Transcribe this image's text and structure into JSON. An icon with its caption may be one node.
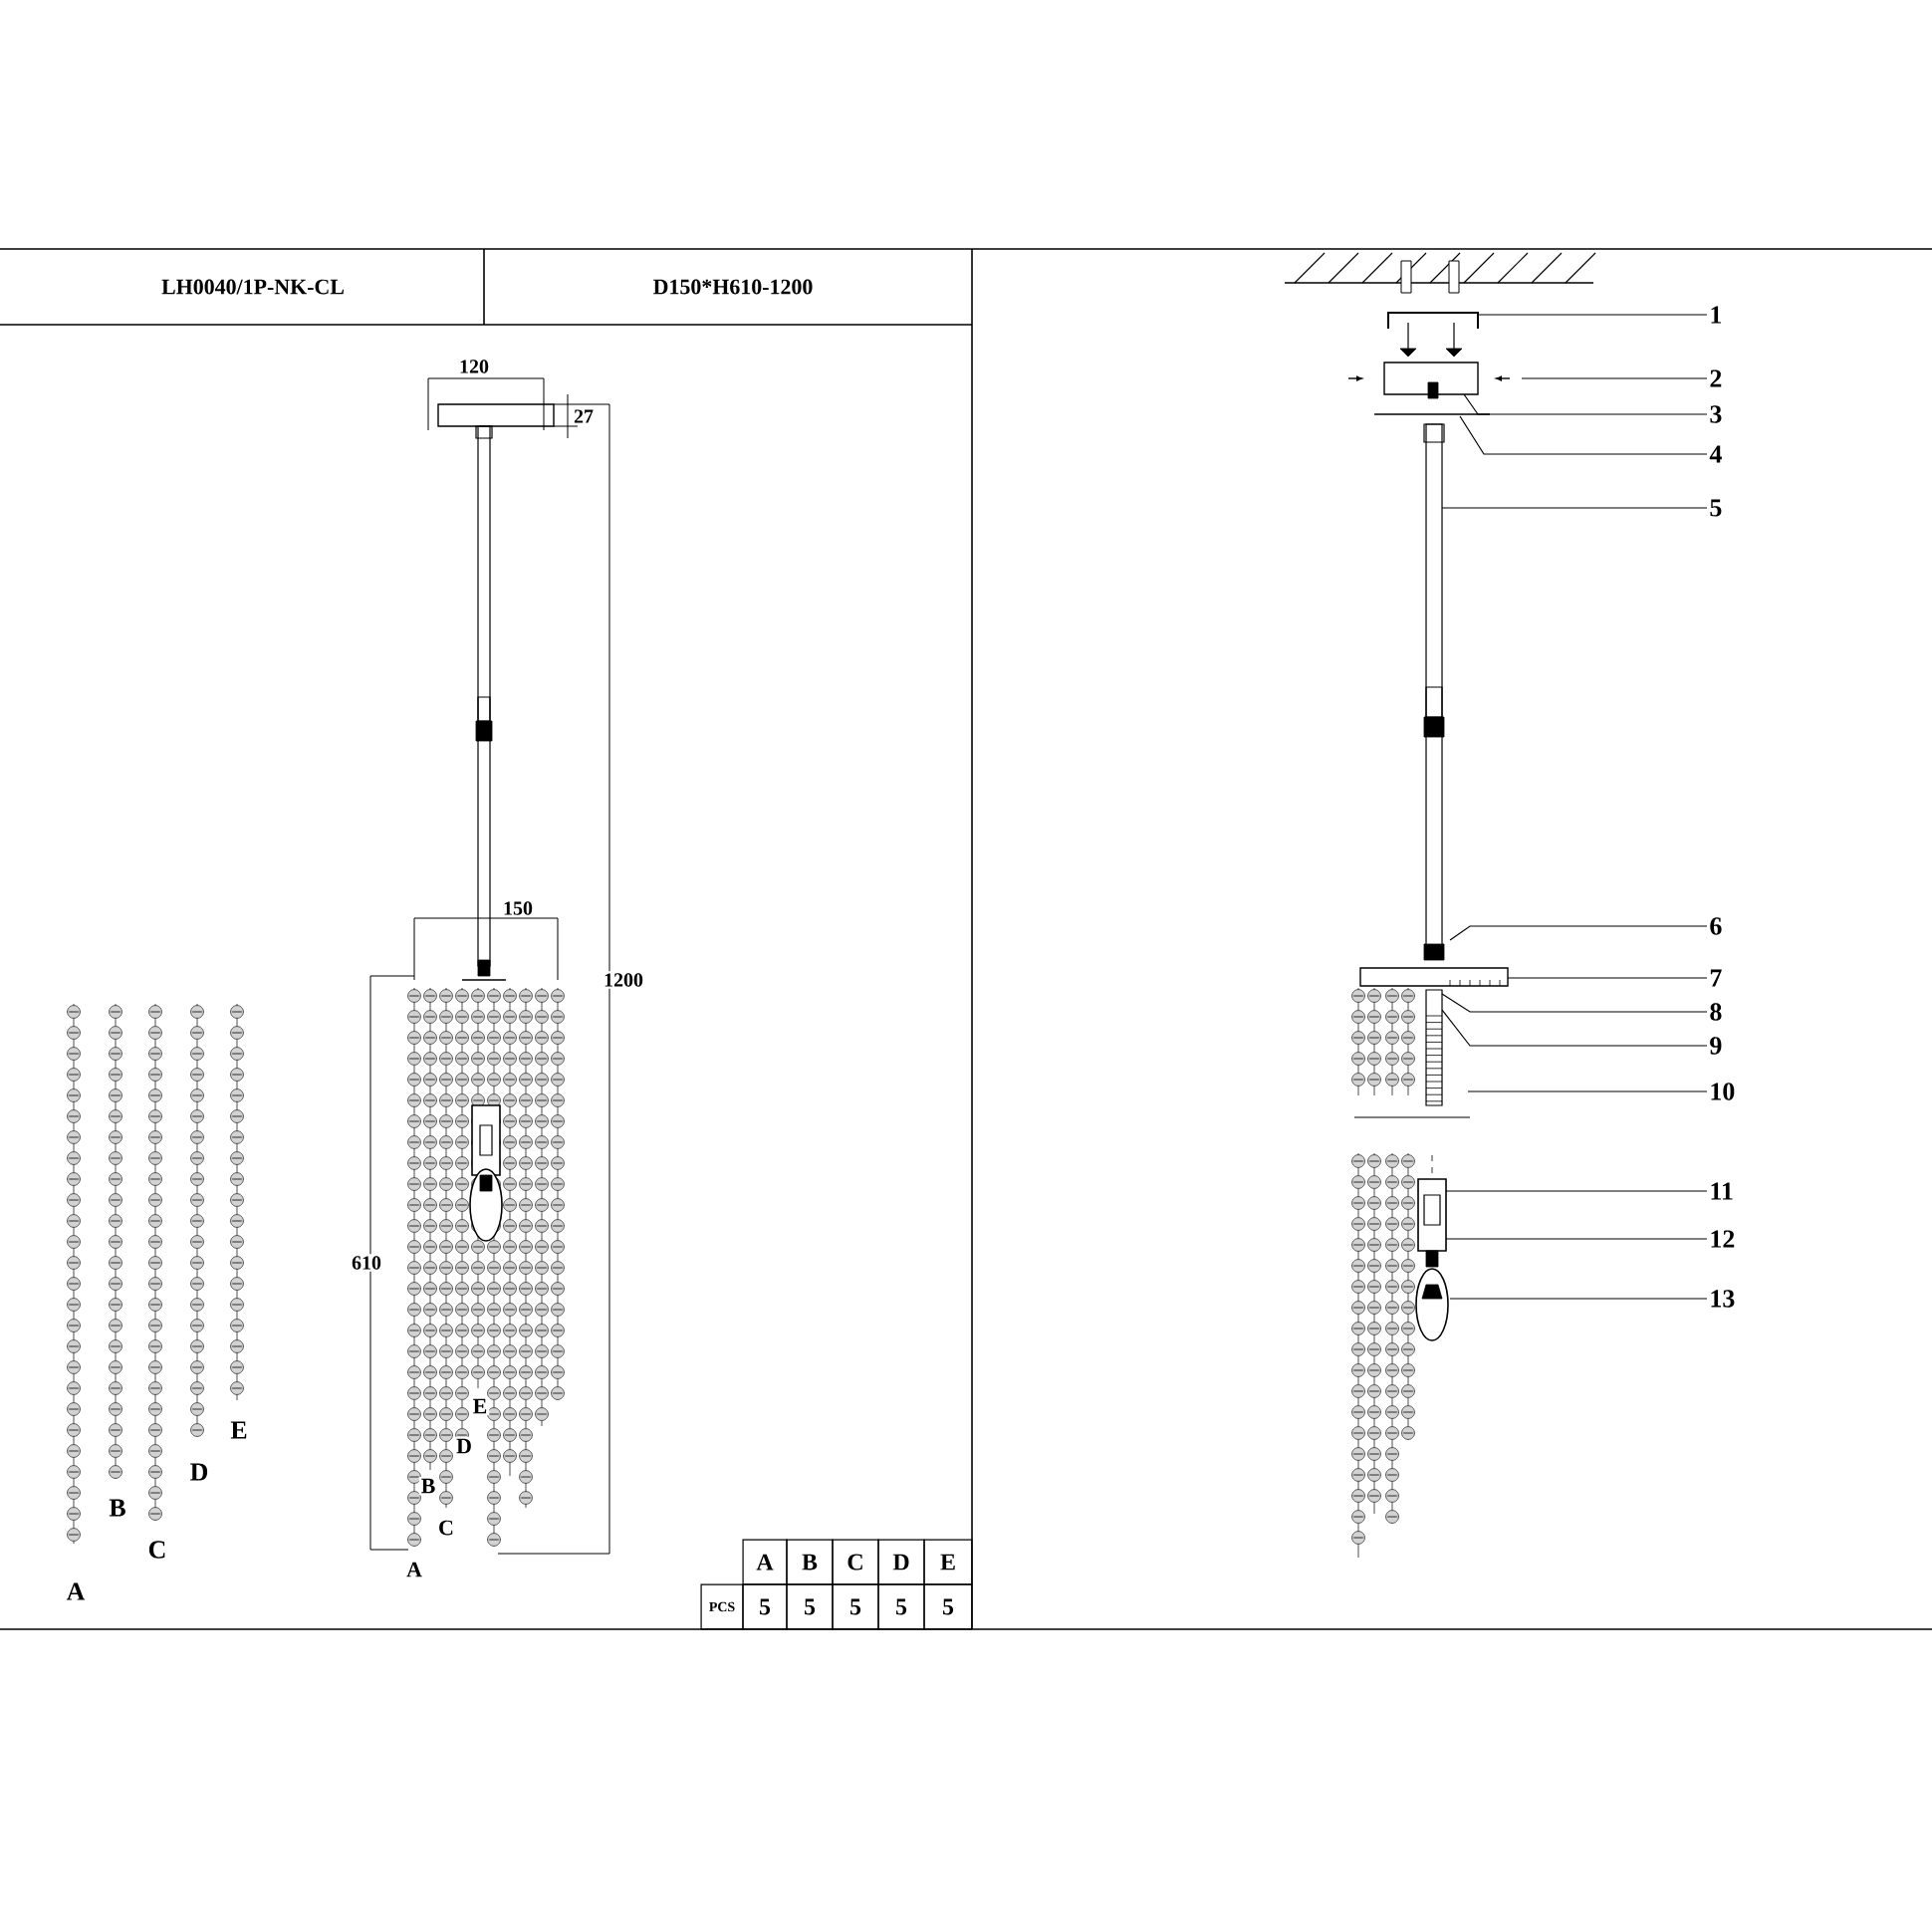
{
  "diagram": {
    "nodes": [
      {
        "text": [
          "1"
        ]
      },
      {
        "text": [
          "2"
        ]
      },
      {
        "text": [
          "3"
        ]
      },
      {
        "text": [
          "4"
        ]
      },
      {
        "text": [
          "5"
        ]
      },
      {
        "text": [
          "6"
        ]
      },
      {
        "text": [
          "7"
        ]
      },
      {
        "text": [
          "8"
        ]
      },
      {
        "text": [
          "9"
        ]
      },
      {
        "text": [
          "10"
        ]
      },
      {
        "text": [
          "11"
        ]
      },
      {
        "text": [
          "12"
        ]
      },
      {
        "text": [
          "13"
        ]
      }
    ],
    "edges": [
      {
        "from": 0,
        "to": null,
        "arrow": "none"
      },
      {
        "from": 1,
        "to": null,
        "arrow": "none"
      },
      {
        "from": 2,
        "to": null,
        "arrow": "none"
      },
      {
        "from": 3,
        "to": null,
        "arrow": "none"
      },
      {
        "from": 4,
        "to": null,
        "arrow": "none"
      },
      {
        "from": 5,
        "to": null,
        "arrow": "none"
      },
      {
        "from": 6,
        "to": null,
        "arrow": "none"
      },
      {
        "from": 7,
        "to": null,
        "arrow": "none"
      },
      {
        "from": 8,
        "to": null,
        "arrow": "none"
      },
      {
        "from": 9,
        "to": null,
        "arrow": "none"
      },
      {
        "from": 10,
        "to": null,
        "arrow": "none"
      },
      {
        "from": 11,
        "to": null,
        "arrow": "none"
      },
      {
        "from": 12,
        "to": null,
        "arrow": "none"
      }
    ],
    "labels": [
      "LH0040/1P-NK-CL",
      "D150*H610-1200",
      "120",
      "27",
      "150",
      "1200",
      "610",
      "A",
      "B",
      "C",
      "D",
      "E",
      "E",
      "D",
      "B",
      "C",
      "A",
      "A",
      "B",
      "C",
      "D",
      "E",
      "PCS",
      "5",
      "5",
      "5",
      "5",
      "5"
    ]
  }
}
